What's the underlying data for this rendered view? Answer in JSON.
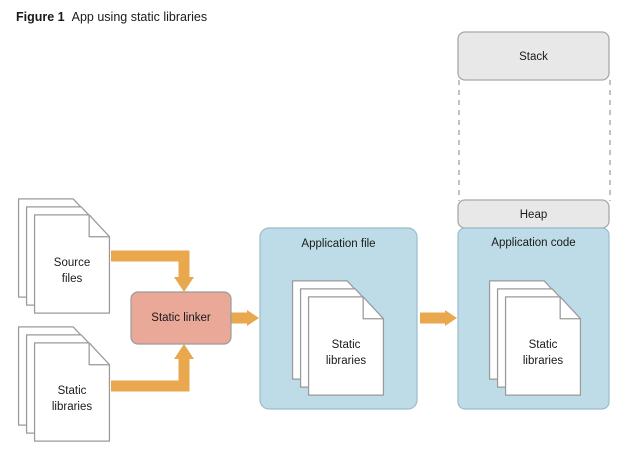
{
  "figure": {
    "caption_label": "Figure 1",
    "caption_text": "App using static libraries"
  },
  "colors": {
    "arrow": "#eaa84e",
    "linker_fill": "#e9a898",
    "linker_stroke": "#9b9b9b",
    "memory_fill": "#e8e8e8",
    "memory_stroke": "#a8a8a8",
    "app_fill": "#bedce7",
    "app_stroke": "#9bbccb",
    "doc_fill": "#ffffff",
    "doc_stroke": "#9a9a9a",
    "dashed_line": "#a8a8a8",
    "text": "#1a1a1a",
    "page_bg": "#ffffff"
  },
  "nodes": {
    "source_files": {
      "label_line1": "Source",
      "label_line2": "files",
      "shape": "document-stack",
      "stack_count": 3
    },
    "input_static_libraries": {
      "label_line1": "Static",
      "label_line2": "libraries",
      "shape": "document-stack",
      "stack_count": 3
    },
    "static_linker": {
      "label": "Static linker",
      "shape": "rounded-rect"
    },
    "application_file": {
      "label": "Application file",
      "shape": "rounded-rect",
      "contains": {
        "label_line1": "Static",
        "label_line2": "libraries",
        "shape": "document-stack",
        "stack_count": 3
      }
    },
    "stack": {
      "label": "Stack",
      "shape": "rounded-rect"
    },
    "heap": {
      "label": "Heap",
      "shape": "rounded-rect"
    },
    "application_code": {
      "label": "Application code",
      "shape": "rounded-rect",
      "contains": {
        "label_line1": "Static",
        "label_line2": "libraries",
        "shape": "document-stack",
        "stack_count": 3
      }
    }
  },
  "edges": [
    {
      "id": "source-to-linker",
      "from": "source_files",
      "to": "static_linker",
      "style": "elbow-down",
      "arrowhead": "down"
    },
    {
      "id": "libs-to-linker",
      "from": "input_static_libraries",
      "to": "static_linker",
      "style": "elbow-up",
      "arrowhead": "up"
    },
    {
      "id": "linker-to-appfile",
      "from": "static_linker",
      "to": "application_file",
      "style": "straight",
      "arrowhead": "right"
    },
    {
      "id": "appfile-to-appcode",
      "from": "application_file",
      "to": "application_code",
      "style": "straight",
      "arrowhead": "right"
    }
  ],
  "memory_gap": {
    "style": "dashed",
    "between": [
      "stack",
      "heap"
    ]
  }
}
